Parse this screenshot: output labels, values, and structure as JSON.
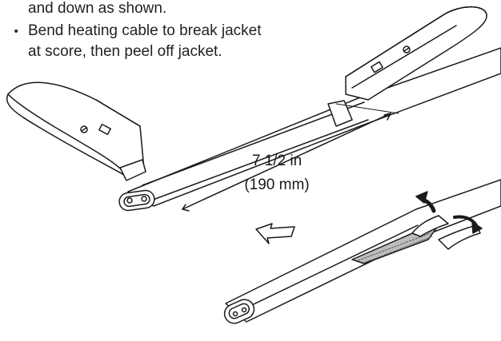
{
  "instructions": {
    "line_continued": "and down as shown.",
    "bullet_symbol": "•",
    "bullet_line_1": "Bend heating cable to break jacket",
    "bullet_line_2": "at score, then peel off jacket."
  },
  "dimension": {
    "imperial": "7 1/2 in",
    "metric": "(190 mm)"
  },
  "colors": {
    "ink": "#1a1a1a",
    "fill": "#ffffff",
    "strip_shade": "#555555"
  }
}
